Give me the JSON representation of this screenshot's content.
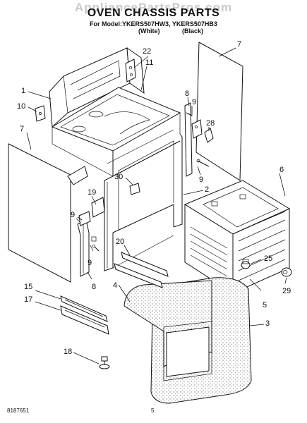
{
  "header": {
    "watermark": "AppliancePartsPros.com",
    "title": "OVEN CHASSIS PARTS",
    "model_line": "For Model:YKERS507HW3, YKERS507HB3",
    "variant_white": "(White)",
    "variant_black": "(Black)"
  },
  "callouts": {
    "c1": "1",
    "c2": "2",
    "c3": "3",
    "c4": "4",
    "c5": "5",
    "c6": "6",
    "c7a": "7",
    "c7b": "7",
    "c8a": "8",
    "c8b": "8",
    "c9a": "9",
    "c9b": "9",
    "c9c": "9",
    "c9d": "9",
    "c10": "10",
    "c11": "11",
    "c15": "15",
    "c17": "17",
    "c18": "18",
    "c19": "19",
    "c20": "20",
    "c22": "22",
    "c25": "25",
    "c28": "28",
    "c29": "29",
    "c30": "30"
  },
  "footer": {
    "doc_number": "8187651",
    "page_number": "5"
  }
}
